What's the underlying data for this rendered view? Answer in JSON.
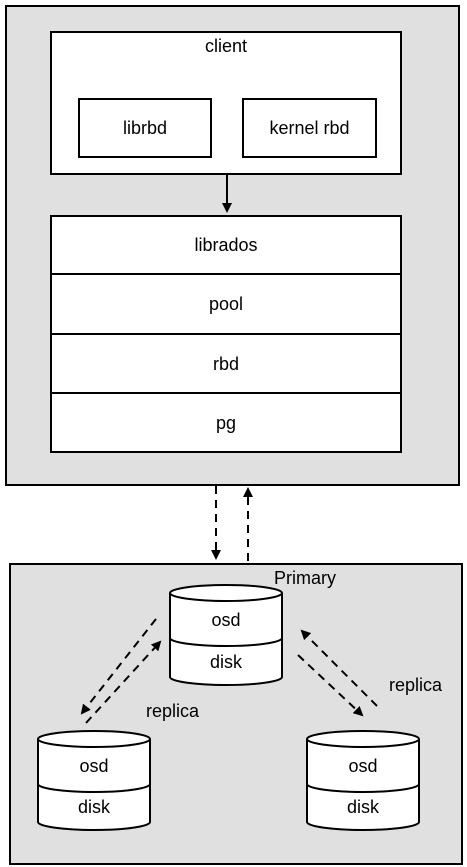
{
  "top": {
    "client": {
      "title": "client",
      "librbd": "librbd",
      "kernel_rbd": "kernel rbd"
    },
    "stack": [
      "librados",
      "pool",
      "rbd",
      "pg"
    ]
  },
  "bottom": {
    "primary_label": "Primary",
    "replica_label_left": "replica",
    "replica_label_right": "replica",
    "osd_label": "osd",
    "disk_label": "disk"
  }
}
